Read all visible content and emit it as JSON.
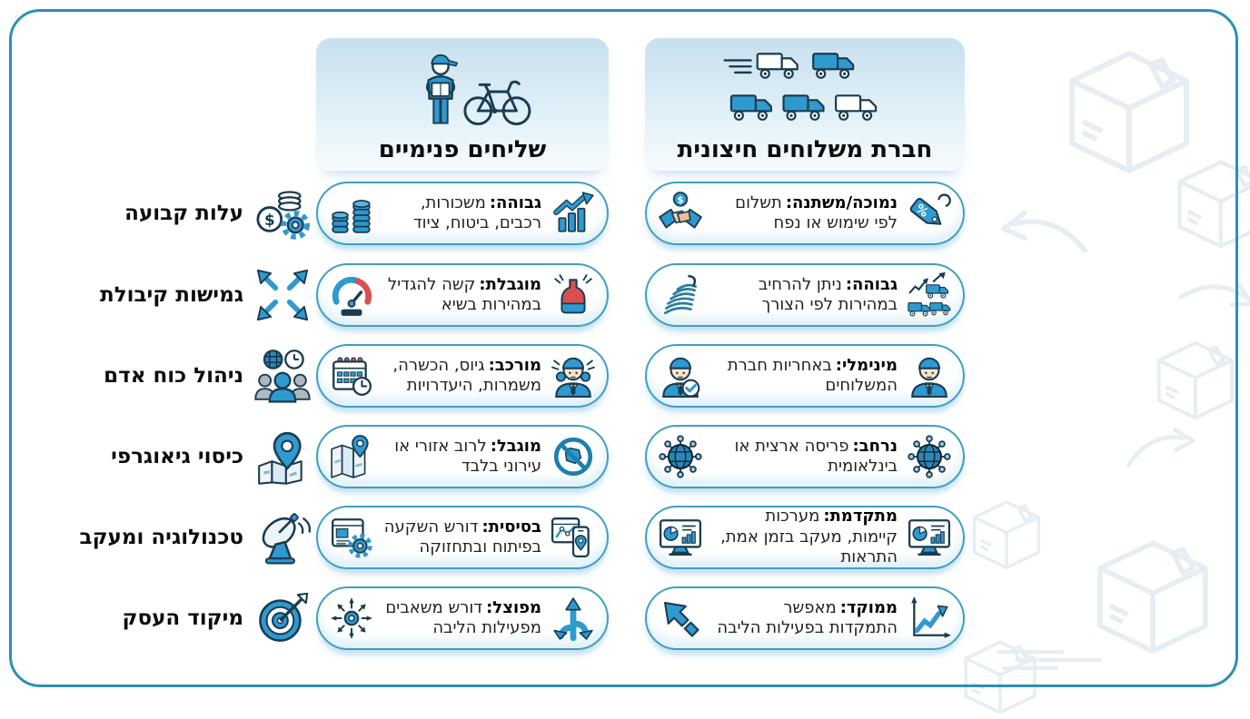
{
  "headers": {
    "internal": {
      "title": "שליחים פנימיים"
    },
    "external": {
      "title": "חברת משלוחים חיצונית"
    }
  },
  "rows": [
    {
      "label": "עלות קבועה",
      "internal": {
        "title": "גבוהה:",
        "desc": "משכורות, רכבים, ביטוח, ציוד"
      },
      "external": {
        "title": "נמוכה/משתנה:",
        "desc": "תשלום לפי שימוש או נפח"
      }
    },
    {
      "label": "גמישות קיבולת",
      "internal": {
        "title": "מוגבלת:",
        "desc": "קשה להגדיל במהירות בשיא"
      },
      "external": {
        "title": "גבוהה:",
        "desc": "ניתן להרחיב במהירות לפי הצורך"
      }
    },
    {
      "label": "ניהול כוח אדם",
      "internal": {
        "title": "מורכב:",
        "desc": "גיוס, הכשרה, משמרות, היעדרויות"
      },
      "external": {
        "title": "מינימלי:",
        "desc": "באחריות חברת המשלוחים"
      }
    },
    {
      "label": "כיסוי גיאוגרפי",
      "internal": {
        "title": "מוגבל:",
        "desc": "לרוב אזורי או עירוני בלבד"
      },
      "external": {
        "title": "נרחב:",
        "desc": "פריסה ארצית או בינלאומית"
      }
    },
    {
      "label": "טכנולוגיה ומעקב",
      "internal": {
        "title": "בסיסית:",
        "desc": "דורש השקעה בפיתוח ובתחזוקה"
      },
      "external": {
        "title": "מתקדמת:",
        "desc": "מערכות קיימות, מעקב בזמן אמת, התראות"
      }
    },
    {
      "label": "מיקוד העסק",
      "internal": {
        "title": "מפוצל:",
        "desc": "דורש משאבים מפעילות הליבה"
      },
      "external": {
        "title": "ממוקד:",
        "desc": "מאפשר התמקדות בפעילות הליבה"
      }
    }
  ],
  "colors": {
    "frame_border": "#2b91b4",
    "pill_border": "#3f9fc2",
    "pill_shadow": "#cde7f2",
    "icon_blue": "#2e9ad0",
    "icon_outline": "#1b3c50",
    "accent_red": "#d94f4f",
    "header_gradient_top": "#c7e0ee",
    "watermark": "#e4edf2",
    "text_dark": "#111111"
  },
  "icons": {
    "courier-bicycle-icon": "🚲",
    "truck-fleet-icon": "🚚",
    "coins-gear-icon": "$⚙",
    "expand-arrows-icon": "✥",
    "team-clock-icon": "👥🕐",
    "map-pin-icon": "📍",
    "satellite-dish-icon": "📡",
    "target-dart-icon": "🎯",
    "coins-stack-icon": "🪙",
    "chart-growth-icon": "📈",
    "handshake-icon": "🤝",
    "price-tag-icon": "🏷",
    "gauge-icon": "⏲",
    "bottleneck-icon": "🍾",
    "spring-icon": "〰",
    "trucks-growth-icon": "🚚↗",
    "calendar-clock-icon": "📅🕐",
    "stressed-person-icon": "😖",
    "person-check-icon": "✔👤",
    "courier-person-icon": "👤",
    "folded-map-pin-icon": "🗺📍",
    "no-coverage-icon": "🚫",
    "globe-network-icon": "🌐",
    "browser-gear-icon": "⚙🖥",
    "app-tracking-icon": "📱",
    "dashboard-monitor-icon": "🖥📊",
    "scatter-arrows-icon": "✳",
    "crossroads-arrows-icon": "🔱",
    "rocket-arrow-icon": "↗",
    "growth-chart-icon": "📈"
  }
}
